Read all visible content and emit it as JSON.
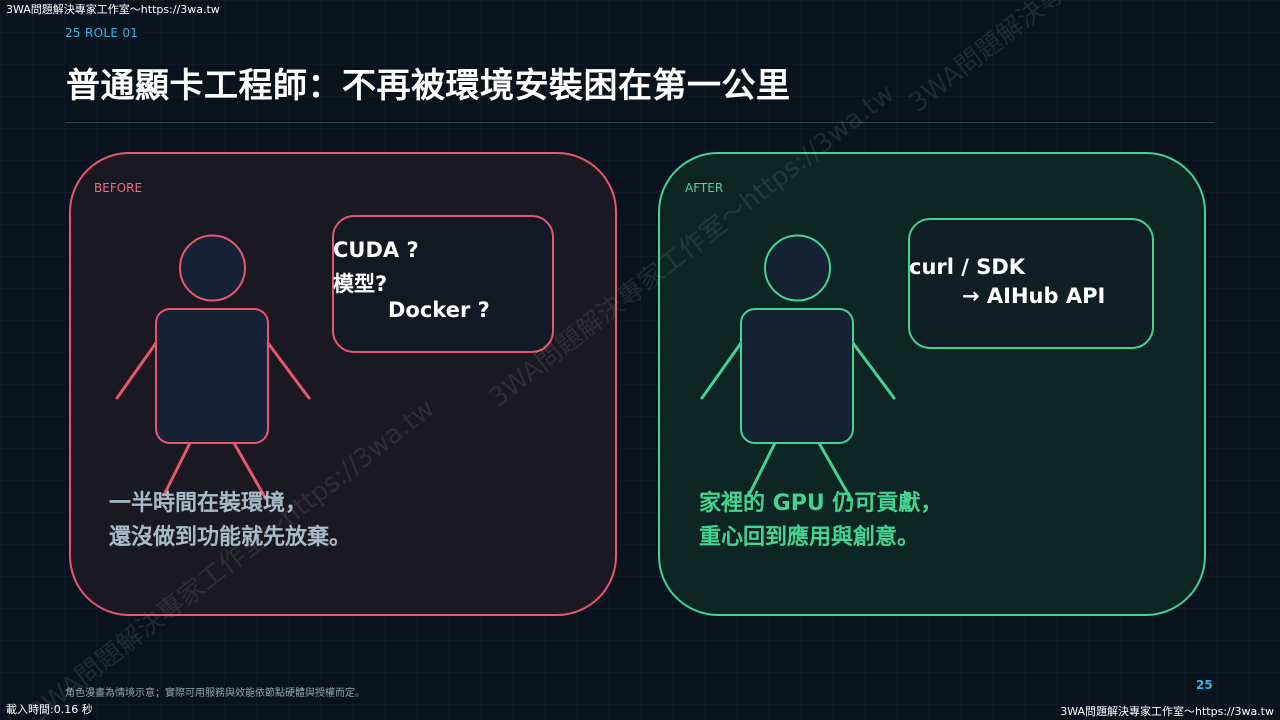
{
  "site": {
    "top_label": "3WA問題解決專家工作室～https://3wa.tw",
    "bottom_label": "3WA問題解決專家工作室～https://3wa.tw",
    "load_time": "載入時間:0.16 秒"
  },
  "header": {
    "kicker": "25 ROLE 01",
    "title": "普通顯卡工程師：不再被環境安裝困在第一公里"
  },
  "before": {
    "tag": "BEFORE",
    "bubble_lines": [
      "CUDA ?",
      "模型?",
      "Docker ?"
    ],
    "caption_lines": [
      "一半時間在裝環境，",
      "還沒做到功能就先放棄。"
    ]
  },
  "after": {
    "tag": "AFTER",
    "bubble_lines": [
      "curl / SDK",
      "→ AIHub API"
    ],
    "caption_lines": [
      "家裡的 GPU 仍可貢獻，",
      "重心回到應用與創意。"
    ]
  },
  "footer": {
    "note": "角色漫畫為情境示意；實際可用服務與效能依節點硬體與授權而定。",
    "page_number": "25"
  },
  "watermark": {
    "text": "3WA問題解決專家工作室～https://3wa.tw"
  },
  "colors": {
    "background": "#08131d",
    "before_accent": "#e8566d",
    "after_accent": "#46d193",
    "kicker": "#35b6e6"
  }
}
